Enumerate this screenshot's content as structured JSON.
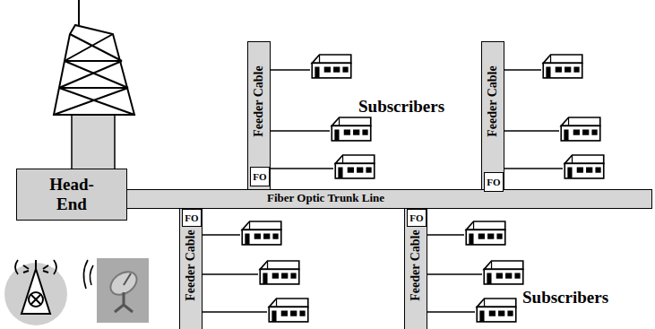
{
  "diagram": {
    "nodes": [
      {
        "text": [
          "Head-End"
        ]
      },
      {
        "text": [
          "Fiber Optic Trunk Line"
        ]
      },
      {
        "text": [
          "Feeder Cable"
        ]
      },
      {
        "text": [
          "Feeder Cable"
        ]
      },
      {
        "text": [
          "Feeder Cable"
        ]
      },
      {
        "text": [
          "Feeder Cable"
        ]
      },
      {
        "text": [
          "FO"
        ]
      },
      {
        "text": [
          "FO"
        ]
      },
      {
        "text": [
          "FO"
        ]
      },
      {
        "text": [
          "FO"
        ]
      }
    ],
    "labels": [
      "Subscribers",
      "Subscribers"
    ]
  }
}
